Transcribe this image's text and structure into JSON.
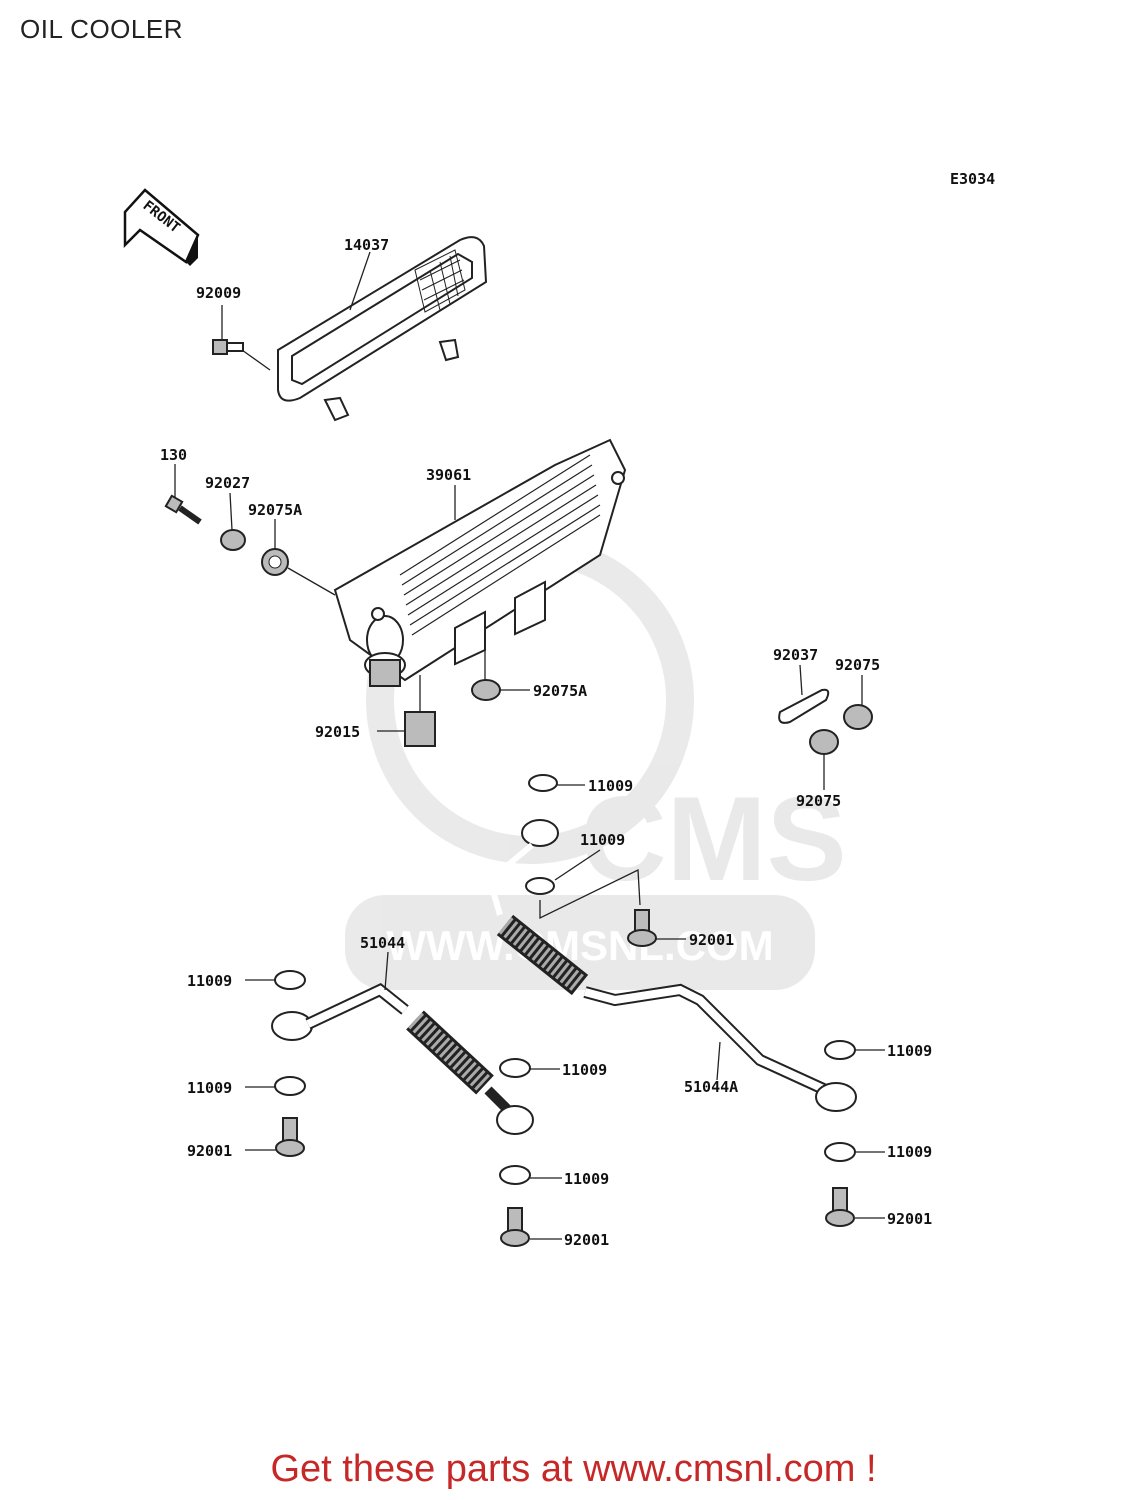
{
  "title": "OIL COOLER",
  "diagram_ref": "E3034",
  "front_label": "FRONT",
  "watermark": {
    "brand": "CMS",
    "site": "WWW.CMSNL.COM"
  },
  "footer_text": "Get these parts at www.cmsnl.com !",
  "parts": [
    {
      "id": "p-14037",
      "number": "14037"
    },
    {
      "id": "p-92009",
      "number": "92009"
    },
    {
      "id": "p-130",
      "number": "130"
    },
    {
      "id": "p-92027",
      "number": "92027"
    },
    {
      "id": "p-92075a-1",
      "number": "92075A"
    },
    {
      "id": "p-39061",
      "number": "39061"
    },
    {
      "id": "p-92075a-2",
      "number": "92075A"
    },
    {
      "id": "p-92015",
      "number": "92015"
    },
    {
      "id": "p-92037",
      "number": "92037"
    },
    {
      "id": "p-92075-1",
      "number": "92075"
    },
    {
      "id": "p-92075-2",
      "number": "92075"
    },
    {
      "id": "p-11009-1",
      "number": "11009"
    },
    {
      "id": "p-11009-2",
      "number": "11009"
    },
    {
      "id": "p-92001-1",
      "number": "92001"
    },
    {
      "id": "p-51044",
      "number": "51044"
    },
    {
      "id": "p-11009-3",
      "number": "11009"
    },
    {
      "id": "p-11009-4",
      "number": "11009"
    },
    {
      "id": "p-11009-5",
      "number": "11009"
    },
    {
      "id": "p-51044a",
      "number": "51044A"
    },
    {
      "id": "p-11009-6",
      "number": "11009"
    },
    {
      "id": "p-92001-2",
      "number": "92001"
    },
    {
      "id": "p-11009-7",
      "number": "11009"
    },
    {
      "id": "p-11009-8",
      "number": "11009"
    },
    {
      "id": "p-92001-3",
      "number": "92001"
    },
    {
      "id": "p-92001-4",
      "number": "92001"
    }
  ]
}
